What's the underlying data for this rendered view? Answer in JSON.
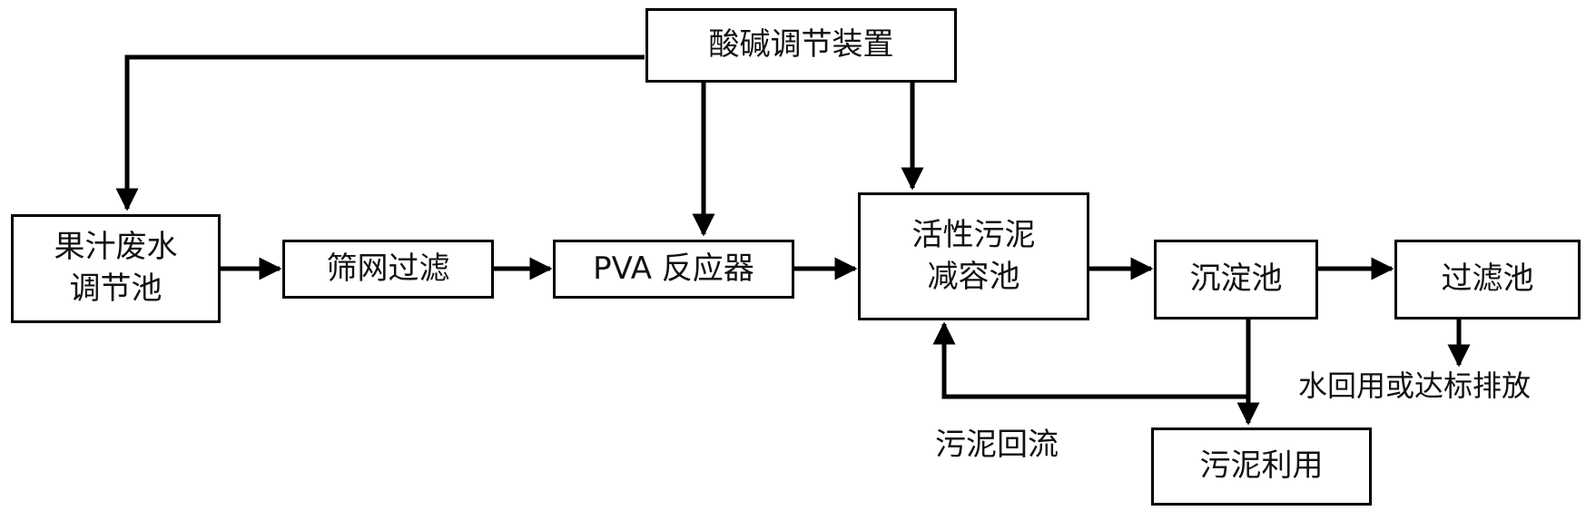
{
  "diagram": {
    "nodes": {
      "acid_base": "酸碱调节装置",
      "juice_line1": "果汁废水",
      "juice_line2": "调节池",
      "screen_filter": "筛网过滤",
      "pva_reactor": "PVA 反应器",
      "sludge_line1": "活性污泥",
      "sludge_line2": "减容池",
      "sedimentation": "沉淀池",
      "filter_tank": "过滤池",
      "sludge_use": "污泥利用"
    },
    "labels": {
      "sludge_return": "污泥回流",
      "water_output": "水回用或达标排放"
    },
    "edges": [
      {
        "from": "acid_base",
        "to": "juice_tank"
      },
      {
        "from": "acid_base",
        "to": "pva_reactor"
      },
      {
        "from": "acid_base",
        "to": "sludge_tank"
      },
      {
        "from": "juice_tank",
        "to": "screen_filter"
      },
      {
        "from": "screen_filter",
        "to": "pva_reactor"
      },
      {
        "from": "pva_reactor",
        "to": "sludge_tank"
      },
      {
        "from": "sludge_tank",
        "to": "sedimentation"
      },
      {
        "from": "sedimentation",
        "to": "filter_tank"
      },
      {
        "from": "sedimentation",
        "to": "sludge_use"
      },
      {
        "from": "sedimentation",
        "to": "sludge_tank",
        "label": "污泥回流"
      },
      {
        "from": "filter_tank",
        "to": "water_output"
      }
    ]
  }
}
